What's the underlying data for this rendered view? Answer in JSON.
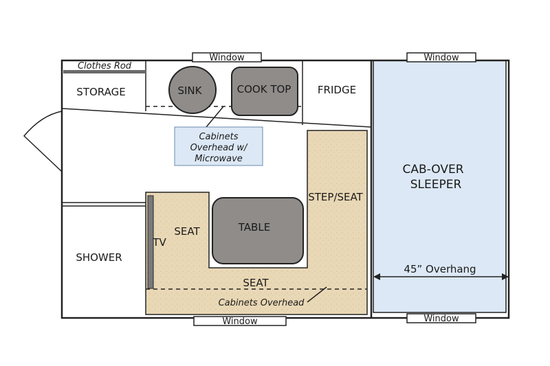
{
  "labels": {
    "window_top": "Window",
    "window_top_right": "Window",
    "window_bottom": "Window",
    "window_bottom_right": "Window",
    "clothes_rod": "Clothes Rod",
    "storage": "STORAGE",
    "sink": "SINK",
    "cook_top": "COOK TOP",
    "fridge": "FRIDGE",
    "cabinets_overhead_micro_1": "Cabinets",
    "cabinets_overhead_micro_2": "Overhead w/",
    "cabinets_overhead_micro_3": "Microwave",
    "step_seat": "STEP/SEAT",
    "cab_over_1": "CAB-OVER",
    "cab_over_2": "SLEEPER",
    "seat_left": "SEAT",
    "table": "TABLE",
    "tv": "TV",
    "shower": "SHOWER",
    "seat_bottom": "SEAT",
    "cabinets_overhead": "Cabinets Overhead",
    "overhang": "45” Overhang"
  },
  "colors": {
    "wall": "#222222",
    "appliance_fill": "#8f8c8a",
    "seat_fill": "#e8d6b4",
    "sleeper_fill": "#dce8f5",
    "cabinet_label_fill": "#dce8f5"
  }
}
